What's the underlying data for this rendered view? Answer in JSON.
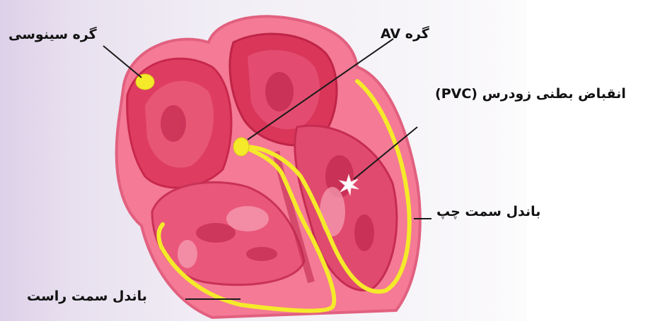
{
  "labels": {
    "sinus_node": "گره سینوسی",
    "av_node": "گره AV",
    "pvc": "انقباض بطنی زودرس (PVC)",
    "left_bundle": "باندل سمت چپ",
    "right_bundle": "باندل سمت راست"
  },
  "colors": {
    "background": "#ece6f1",
    "heart_outer": "#f36b8a",
    "heart_inner": "#d92e55",
    "conduction_path": "#f5ea2a",
    "pointer_line": "#1a1a1a"
  }
}
